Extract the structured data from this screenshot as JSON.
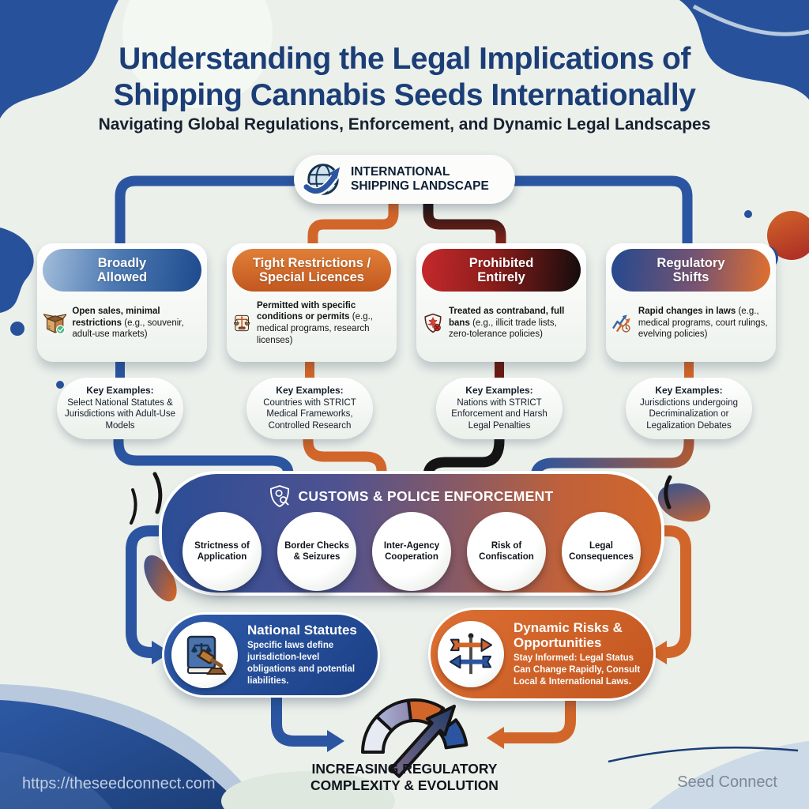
{
  "page": {
    "title": "Understanding the Legal Implications of\nShipping Cannabis Seeds Internationally",
    "subtitle": "Navigating Global Regulations, Enforcement, and Dynamic Legal Landscapes"
  },
  "top_node": {
    "label": "INTERNATIONAL\nSHIPPING LANDSCAPE",
    "icon": "globe-arrow-icon"
  },
  "categories": [
    {
      "title": "Broadly\nAllowed",
      "desc_bold": "Open sales, minimal restrictions",
      "desc_rest": "(e.g., souvenir, adult-use markets)",
      "icon": "open-box-check-icon",
      "header_colors": [
        "#a3bdda",
        "#1d4a8d"
      ],
      "key_examples_title": "Key Examples:",
      "key_examples_text": "Select National Statutes & Jurisdictions with Adult-Use Models"
    },
    {
      "title": "Tight Restrictions /\nSpecial Licences",
      "desc_bold": "Permitted with specific conditions or permits",
      "desc_rest": "(e.g., medical programs, research licenses)",
      "icon": "scales-scroll-icon",
      "header_colors": [
        "#e08038",
        "#c2571f"
      ],
      "key_examples_title": "Key Examples:",
      "key_examples_text": "Countries with STRICT Medical Frameworks, Controlled Research"
    },
    {
      "title": "Prohibited\nEntirely",
      "desc_bold": "Treated as contraband, full bans",
      "desc_rest": "(e.g., illicit trade lists, zero-tolerance policies)",
      "icon": "shield-leaf-ban-icon",
      "header_colors": [
        "#c5292c",
        "#130c0c"
      ],
      "key_examples_title": "Key Examples:",
      "key_examples_text": "Nations with STRICT Enforcement and Harsh Legal Penalties"
    },
    {
      "title": "Regulatory\nShifts",
      "desc_bold": "Rapid changes in laws",
      "desc_rest": "(e.g., medical programs, court rulings, evelving policies)",
      "icon": "trend-arrows-clock-icon",
      "header_colors": [
        "#24498f",
        "#e0702e"
      ],
      "key_examples_title": "Key Examples:",
      "key_examples_text": "Jurisdictions undergoing Decriminalization or Legalization Debates"
    }
  ],
  "enforcement": {
    "title": "CUSTOMS & POLICE ENFORCEMENT",
    "icon": "police-badge-icon",
    "factors": [
      "Strictness of Application",
      "Border Checks & Seizures",
      "Inter-Agency Cooperation",
      "Risk of Confiscation",
      "Legal Consequences"
    ]
  },
  "outcomes": [
    {
      "title": "National Statutes",
      "description": "Specific laws define jurisdiction-level obligations and potential liabilities.",
      "icon": "law-book-gavel-icon",
      "color": "#24509a"
    },
    {
      "title": "Dynamic Risks & Opportunities",
      "description": "Stay Informed: Legal Status Can Change Rapidly, Consult Local & International Laws.",
      "icon": "weathervane-icon",
      "color": "#d2622a"
    }
  ],
  "conclusion": {
    "label": "INCREASING REGULATORY\nCOMPLEXITY & EVOLUTION",
    "icon": "gauge-arrow-icon"
  },
  "footer": {
    "url": "https://theseedconnect.com",
    "brand": "Seed Connect"
  },
  "colors": {
    "navy": "#1c3e77",
    "blue": "#2b55a0",
    "orange": "#d2662a",
    "red": "#c5292c",
    "black": "#141414",
    "background": "#ebf0eb"
  }
}
